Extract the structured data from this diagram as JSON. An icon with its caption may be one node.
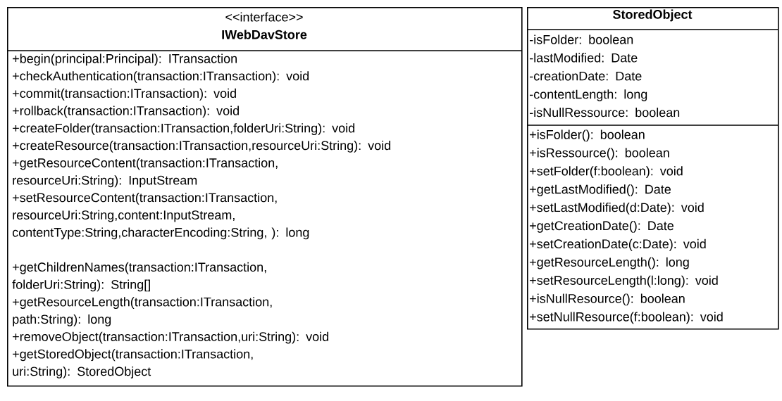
{
  "diagram": {
    "nodes": [
      {
        "text": [
          "<<interface>>",
          "IWebDavStore",
          "+begin(principal:Principal): ITransaction",
          "+checkAuthentication(transaction:ITransaction): void",
          "+commit(transaction:ITransaction): void",
          "+rollback(transaction:ITransaction): void",
          "+createFolder(transaction:ITransaction,folderUri:String): void",
          "+createResource(transaction:ITransaction,resourceUri:String): void",
          "+getResourceContent(transaction:ITransaction, resourceUri:String): InputStream",
          "+setResourceContent(transaction:ITransaction, resourceUri:String,content:InputStream, contentType:String,characterEncoding:String, ): long",
          "+getChildrenNames(transaction:ITransaction, folderUri:String): String[]",
          "+getResourceLength(transaction:ITransaction, path:String): long",
          "+removeObject(transaction:ITransaction,uri:String): void",
          "+getStoredObject(transaction:ITransaction, uri:String): StoredObject"
        ]
      },
      {
        "text": [
          "StoredObject",
          "-isFolder: boolean",
          "-lastModified: Date",
          "-creationDate: Date",
          "-contentLength: long",
          "-isNullRessource: boolean",
          "+isFolder(): boolean",
          "+isRessource(): boolean",
          "+setFolder(f:boolean): void",
          "+getLastModified(): Date",
          "+setLastModified(d:Date): void",
          "+getCreationDate(): Date",
          "+setCreationDate(c:Date): void",
          "+getResourceLength(): long",
          "+setResourceLength(l:long): void",
          "+isNullResource(): boolean",
          "+setNullResource(f:boolean): void"
        ]
      }
    ]
  }
}
